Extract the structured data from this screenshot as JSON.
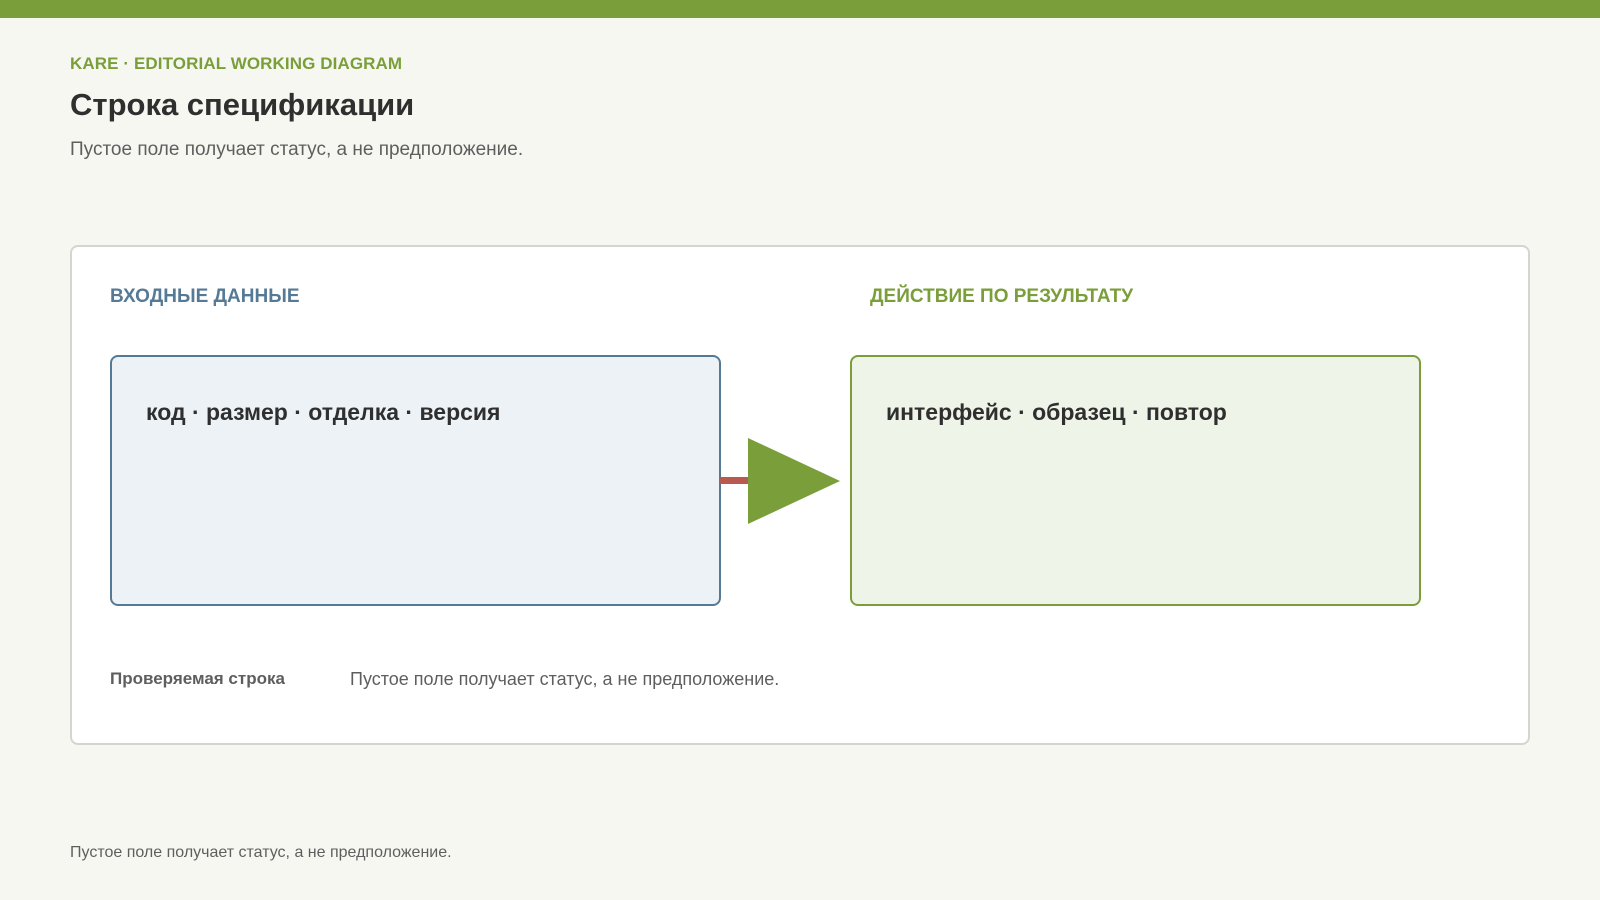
{
  "header": {
    "eyebrow": "KARE · EDITORIAL WORKING DIAGRAM",
    "title": "Строка спецификации",
    "subtitle": "Пустое поле получает статус, а не предположение."
  },
  "diagram": {
    "input": {
      "label": "ВХОДНЫЕ ДАННЫЕ",
      "content": "код · размер · отделка · версия"
    },
    "action": {
      "label": "ДЕЙСТВИЕ ПО РЕЗУЛЬТАТУ",
      "content": "интерфейс · образец · повтор"
    },
    "checked_row": {
      "label": "Проверяемая строка",
      "text": "Пустое поле получает статус, а не предположение."
    }
  },
  "footer": {
    "note": "Пустое поле получает статус, а не предположение."
  },
  "colors": {
    "accent_green": "#7a9e3a",
    "accent_blue": "#567a96",
    "connector_red": "#b85a50"
  }
}
